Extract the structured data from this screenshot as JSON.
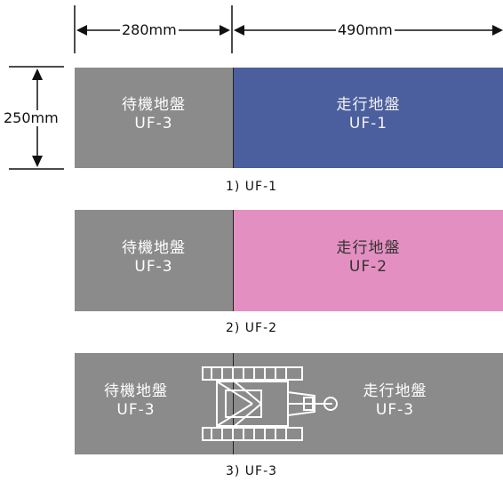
{
  "dimensions": {
    "width_left": "280mm",
    "width_right": "490mm",
    "height": "250mm"
  },
  "panels": [
    {
      "left": {
        "name": "待機地盤",
        "code": "UF-3"
      },
      "right": {
        "name": "走行地盤",
        "code": "UF-1"
      },
      "right_color": "#4b5f9e",
      "right_text_color": "#f2f2f2",
      "caption": "1) UF-1"
    },
    {
      "left": {
        "name": "待機地盤",
        "code": "UF-3"
      },
      "right": {
        "name": "走行地盤",
        "code": "UF-2"
      },
      "right_color": "#e48fc2",
      "right_text_color": "#333333",
      "caption": "2) UF-2"
    },
    {
      "left": {
        "name": "待機地盤",
        "code": "UF-3"
      },
      "right": {
        "name": "走行地盤",
        "code": "UF-3"
      },
      "right_color": "#8b8b8b",
      "right_text_color": "#ffffff",
      "caption": "3) UF-3"
    }
  ],
  "icons": {
    "vehicle": "tracked-vehicle-outline"
  }
}
